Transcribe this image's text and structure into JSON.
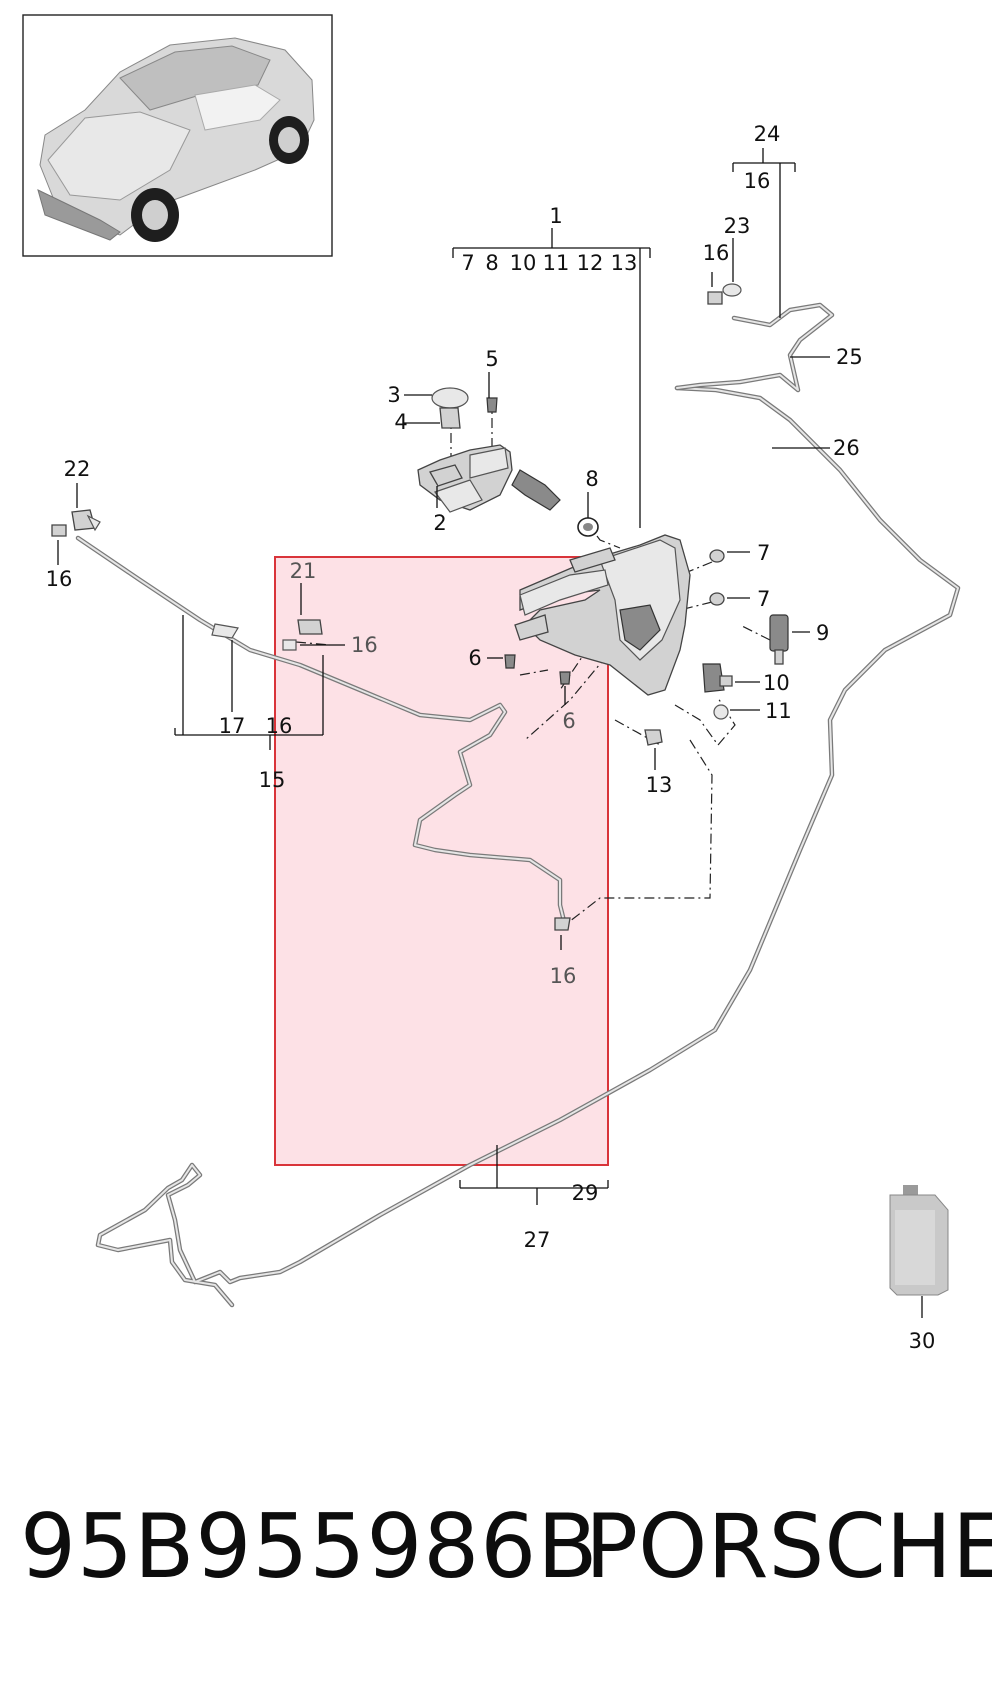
{
  "callouts": {
    "c1": "1",
    "c2": "2",
    "c3": "3",
    "c4": "4",
    "c5": "5",
    "c6a": "6",
    "c6b": "6",
    "c7a": "7",
    "c7b": "7",
    "c8": "8",
    "c9": "9",
    "c10": "10",
    "c11": "11",
    "c13": "13",
    "c15": "15",
    "c16_tr": "16",
    "c16_23": "16",
    "c16_left": "16",
    "c16_21": "16",
    "c16_15": "16",
    "c16_bottom": "16",
    "c17": "17",
    "c21": "21",
    "c22": "22",
    "c23": "23",
    "c24": "24",
    "c25": "25",
    "c26": "26",
    "c27": "27",
    "c29": "29",
    "c30": "30"
  },
  "group_1_members": [
    "7",
    "8",
    "10",
    "11",
    "12",
    "13"
  ],
  "footer": {
    "part_number": "95B955986B",
    "brand": "PORSCHE"
  },
  "highlight": {
    "fill": "#fde1e6",
    "stroke": "#d9343a"
  }
}
